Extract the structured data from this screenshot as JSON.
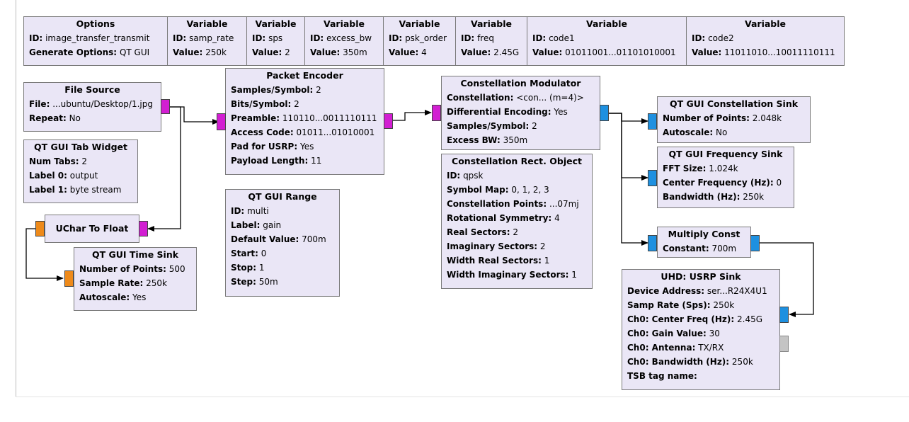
{
  "colors": {
    "block_fill": "#eae6f6",
    "port_byte": "#d21ed2",
    "port_complex": "#1e90e0",
    "port_float": "#ee8a1a",
    "port_message": "#c4c4c4"
  },
  "blocks": {
    "options": {
      "title": "Options",
      "rows": [
        {
          "key": "ID:",
          "value": "image_transfer_transmit"
        },
        {
          "key": "Generate Options:",
          "value": "QT GUI"
        }
      ]
    },
    "var_samp_rate": {
      "title": "Variable",
      "rows": [
        {
          "key": "ID:",
          "value": "samp_rate"
        },
        {
          "key": "Value:",
          "value": "250k"
        }
      ]
    },
    "var_sps": {
      "title": "Variable",
      "rows": [
        {
          "key": "ID:",
          "value": "sps"
        },
        {
          "key": "Value:",
          "value": "2"
        }
      ]
    },
    "var_excess_bw": {
      "title": "Variable",
      "rows": [
        {
          "key": "ID:",
          "value": "excess_bw"
        },
        {
          "key": "Value:",
          "value": "350m"
        }
      ]
    },
    "var_psk_order": {
      "title": "Variable",
      "rows": [
        {
          "key": "ID:",
          "value": "psk_order"
        },
        {
          "key": "Value:",
          "value": "4"
        }
      ]
    },
    "var_freq": {
      "title": "Variable",
      "rows": [
        {
          "key": "ID:",
          "value": "freq"
        },
        {
          "key": "Value:",
          "value": "2.45G"
        }
      ]
    },
    "var_code1": {
      "title": "Variable",
      "rows": [
        {
          "key": "ID:",
          "value": "code1"
        },
        {
          "key": "Value:",
          "value": "01011001...01101010001"
        }
      ]
    },
    "var_code2": {
      "title": "Variable",
      "rows": [
        {
          "key": "ID:",
          "value": "code2"
        },
        {
          "key": "Value:",
          "value": "11011010...10011110111"
        }
      ]
    },
    "file_source": {
      "title": "File Source",
      "rows": [
        {
          "key": "File:",
          "value": "...ubuntu/Desktop/1.jpg"
        },
        {
          "key": "Repeat:",
          "value": "No"
        }
      ]
    },
    "packet_encoder": {
      "title": "Packet Encoder",
      "rows": [
        {
          "key": "Samples/Symbol:",
          "value": "2"
        },
        {
          "key": "Bits/Symbol:",
          "value": "2"
        },
        {
          "key": "Preamble:",
          "value": "110110...0011110111"
        },
        {
          "key": "Access Code:",
          "value": "01011...01010001"
        },
        {
          "key": "Pad for USRP:",
          "value": "Yes"
        },
        {
          "key": "Payload Length:",
          "value": "11"
        }
      ]
    },
    "constellation_modulator": {
      "title": "Constellation Modulator",
      "rows": [
        {
          "key": "Constellation:",
          "value": "<con... (m=4)>"
        },
        {
          "key": "Differential Encoding:",
          "value": "Yes"
        },
        {
          "key": "Samples/Symbol:",
          "value": "2"
        },
        {
          "key": "Excess BW:",
          "value": "350m"
        }
      ]
    },
    "constellation_rect": {
      "title": "Constellation Rect. Object",
      "rows": [
        {
          "key": "ID:",
          "value": "qpsk"
        },
        {
          "key": "Symbol Map:",
          "value": "0, 1, 2, 3"
        },
        {
          "key": "Constellation Points:",
          "value": "...07mj"
        },
        {
          "key": "Rotational Symmetry:",
          "value": "4"
        },
        {
          "key": "Real Sectors:",
          "value": "2"
        },
        {
          "key": "Imaginary Sectors:",
          "value": "2"
        },
        {
          "key": "Width Real Sectors:",
          "value": "1"
        },
        {
          "key": "Width Imaginary Sectors:",
          "value": "1"
        }
      ]
    },
    "qt_tab_widget": {
      "title": "QT GUI Tab Widget",
      "rows": [
        {
          "key": "Num Tabs:",
          "value": "2"
        },
        {
          "key": "Label 0:",
          "value": "output"
        },
        {
          "key": "Label 1:",
          "value": "byte stream"
        }
      ]
    },
    "uchar_to_float": {
      "title": "UChar To Float",
      "rows": []
    },
    "qt_time_sink": {
      "title": "QT GUI Time Sink",
      "rows": [
        {
          "key": "Number of Points:",
          "value": "500"
        },
        {
          "key": "Sample Rate:",
          "value": "250k"
        },
        {
          "key": "Autoscale:",
          "value": "Yes"
        }
      ]
    },
    "qt_range": {
      "title": "QT GUI Range",
      "rows": [
        {
          "key": "ID:",
          "value": "multi"
        },
        {
          "key": "Label:",
          "value": "gain"
        },
        {
          "key": "Default Value:",
          "value": "700m"
        },
        {
          "key": "Start:",
          "value": "0"
        },
        {
          "key": "Stop:",
          "value": "1"
        },
        {
          "key": "Step:",
          "value": "50m"
        }
      ]
    },
    "qt_constellation_sink": {
      "title": "QT GUI Constellation Sink",
      "rows": [
        {
          "key": "Number of Points:",
          "value": "2.048k"
        },
        {
          "key": "Autoscale:",
          "value": "No"
        }
      ]
    },
    "qt_frequency_sink": {
      "title": "QT GUI Frequency Sink",
      "rows": [
        {
          "key": "FFT Size:",
          "value": "1.024k"
        },
        {
          "key": "Center Frequency (Hz):",
          "value": "0"
        },
        {
          "key": "Bandwidth (Hz):",
          "value": "250k"
        }
      ]
    },
    "multiply_const": {
      "title": "Multiply Const",
      "rows": [
        {
          "key": "Constant:",
          "value": "700m"
        }
      ]
    },
    "uhd_usrp_sink": {
      "title": "UHD: USRP Sink",
      "rows": [
        {
          "key": "Device Address:",
          "value": "ser...R24X4U1"
        },
        {
          "key": "Samp Rate (Sps):",
          "value": "250k"
        },
        {
          "key": "Ch0: Center Freq (Hz):",
          "value": "2.45G"
        },
        {
          "key": "Ch0: Gain Value:",
          "value": "30"
        },
        {
          "key": "Ch0: Antenna:",
          "value": "TX/RX"
        },
        {
          "key": "Ch0: Bandwidth (Hz):",
          "value": "250k"
        },
        {
          "key": "TSB tag name:",
          "value": ""
        }
      ]
    }
  }
}
